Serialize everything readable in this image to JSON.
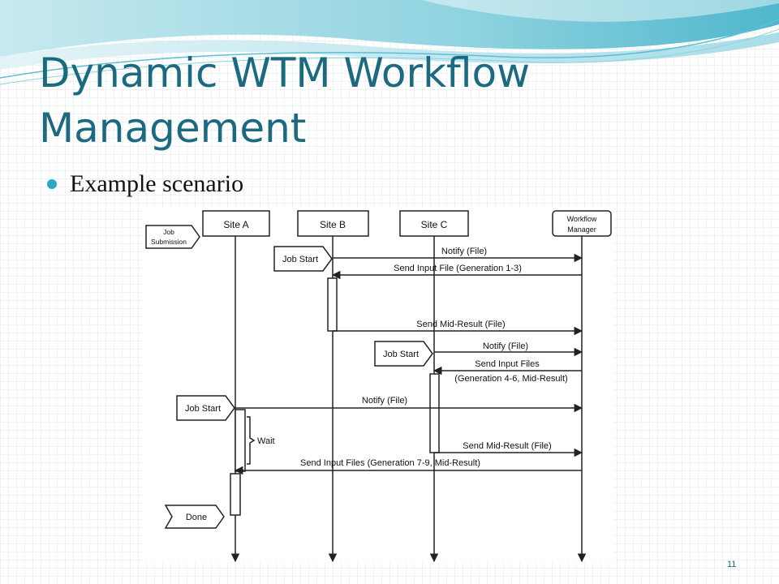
{
  "slide": {
    "title": "Dynamic WTM Workflow Management",
    "bullet": "Example scenario",
    "page_number": "11",
    "accent_color": "#1b6a80",
    "bullet_color": "#2aa9c2"
  },
  "diagram": {
    "participants": {
      "site_a": "Site A",
      "site_b": "Site B",
      "site_c": "Site C",
      "workflow_manager_line1": "Workflow",
      "workflow_manager_line2": "Manager"
    },
    "job_submission_line1": "Job",
    "job_submission_line2": "Submission",
    "job_start_label": "Job Start",
    "done_label": "Done",
    "wait_label": "Wait",
    "messages": {
      "m1": "Notify (File)",
      "m2": "Send Input File (Generation 1-3)",
      "m3": "Send Mid-Result (File)",
      "m4": "Notify (File)",
      "m5_line1": "Send Input Files",
      "m5_line2": "(Generation 4-6, Mid-Result)",
      "m6": "Notify (File)",
      "m7": "Send Mid-Result (File)",
      "m8": "Send Input Files (Generation 7-9, Mid-Result)"
    }
  }
}
